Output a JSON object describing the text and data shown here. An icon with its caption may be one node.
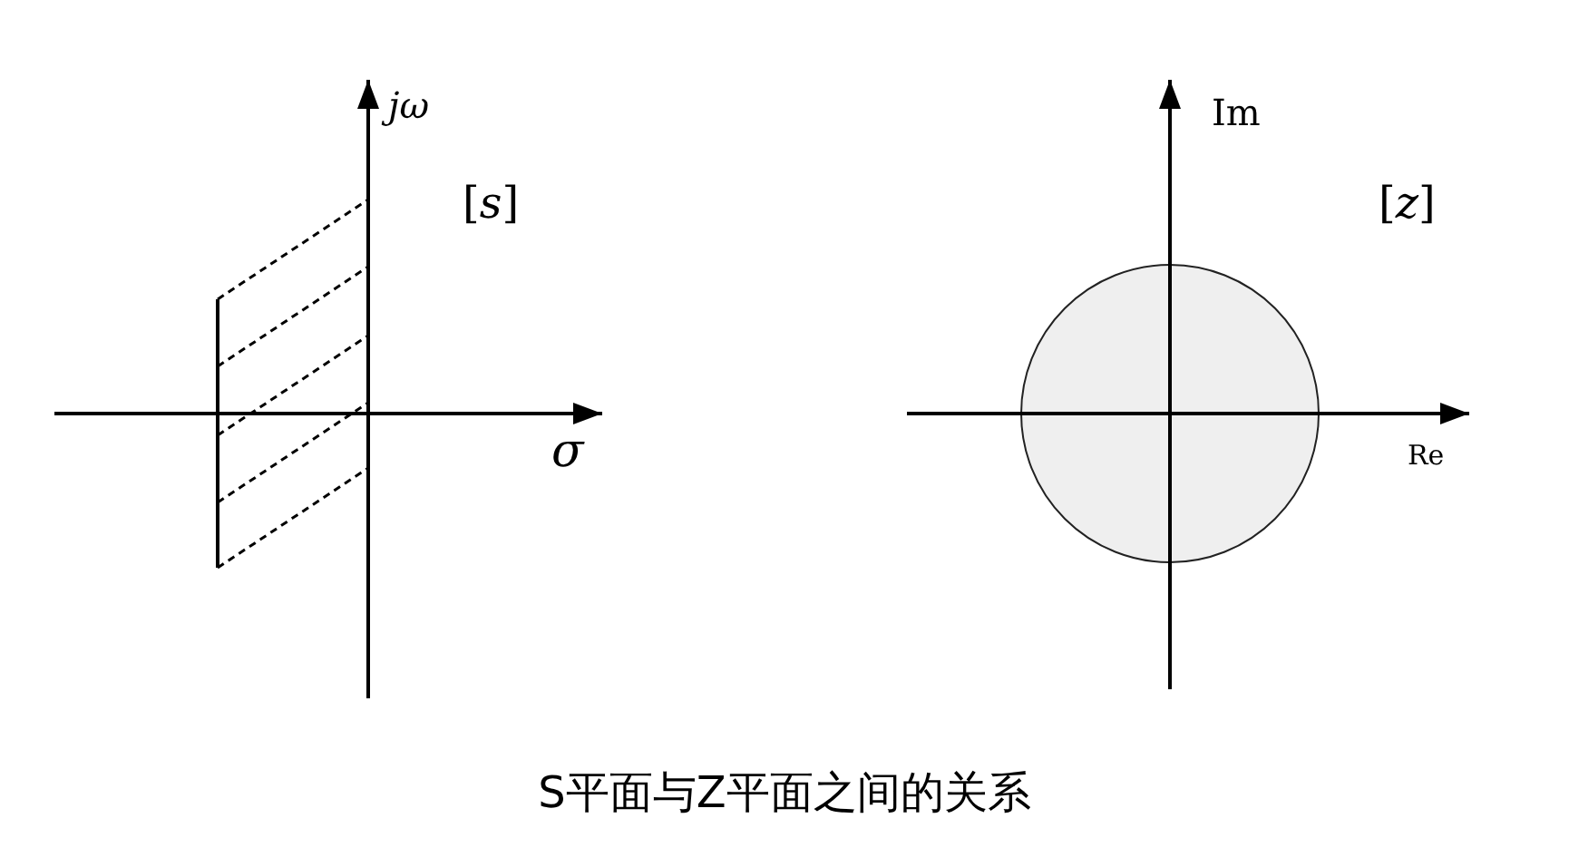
{
  "diagram": {
    "caption": "S平面与Z平面之间的关系",
    "labels": [
      "jω",
      "[*s*]",
      "σ",
      "Im",
      "[*z*]",
      "Re"
    ]
  }
}
